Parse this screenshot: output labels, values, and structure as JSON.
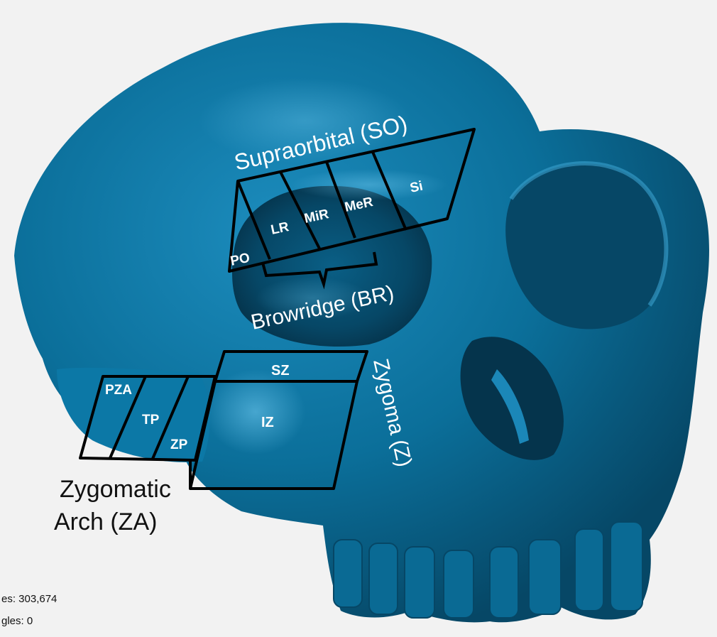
{
  "colors": {
    "background": "#f2f2f2",
    "skull": "#0b6f9a",
    "skull_dark": "#064766",
    "skull_highlight": "#4fb3dd",
    "region_outline": "#000000",
    "label_on_skull": "#ffffff",
    "label_off_skull": "#111111"
  },
  "regions": {
    "supraorbital": {
      "title": "Supraorbital (SO)",
      "subregions": [
        "PO",
        "LR",
        "MiR",
        "MeR",
        "Si"
      ]
    },
    "browridge": {
      "title": "Browridge (BR)"
    },
    "zygoma": {
      "title": "Zygoma (Z)",
      "subregions": [
        "SZ",
        "IZ"
      ]
    },
    "zygomatic_arch": {
      "title_line1": "Zygomatic",
      "title_line2": "Arch (ZA)",
      "subregions": [
        "PZA",
        "TP",
        "ZP"
      ]
    }
  },
  "status_bar": {
    "line1": "es: 303,674",
    "line2": "gles: 0"
  }
}
